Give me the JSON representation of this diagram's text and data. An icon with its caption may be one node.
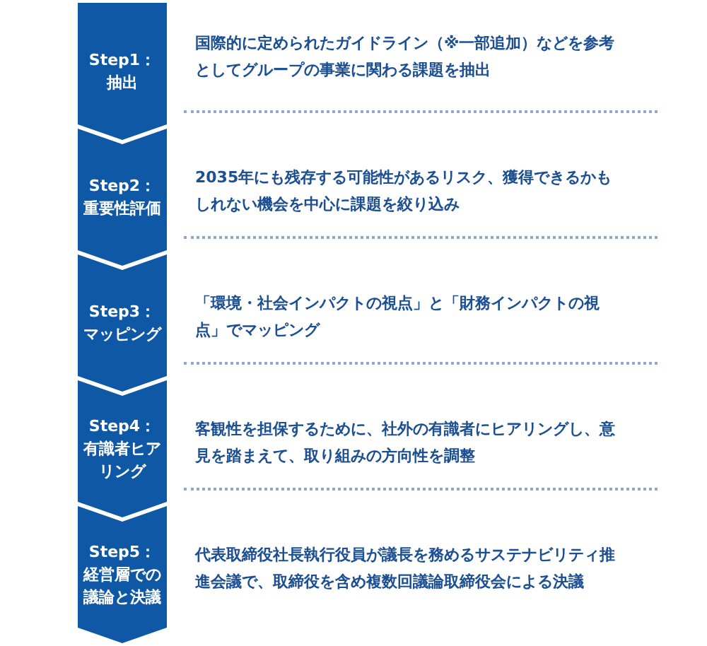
{
  "diagram": {
    "nodes": [
      {
        "text": [
          "Step1：",
          "抽出"
        ],
        "beside": [
          "国際的に定められたガイドライン（※一部追加）などを参考としてグループの事業に関わる課題を抽出"
        ]
      },
      {
        "text": [
          "Step2：",
          "重要性評価"
        ],
        "beside": [
          "2035年にも残存する可能性があるリスク、獲得できるかもしれない機会を中心に課題を絞り込み"
        ]
      },
      {
        "text": [
          "Step3：",
          "マッピング"
        ],
        "beside": [
          "「環境・社会インパクトの視点」と「財務インパクトの視点」でマッピング"
        ]
      },
      {
        "text": [
          "Step4：",
          "有識者ヒアリング"
        ],
        "beside": [
          "客観性を担保するために、社外の有識者にヒアリングし、意見を踏まえて、取り組みの方向性を調整"
        ]
      },
      {
        "text": [
          "Step5：",
          "経営層での議論と決議"
        ],
        "beside": [
          "代表取締役社長執行役員が議長を務めるサステナビリティ推進会議で、取締役を含め複数回議論取締役会による決議"
        ]
      }
    ]
  }
}
